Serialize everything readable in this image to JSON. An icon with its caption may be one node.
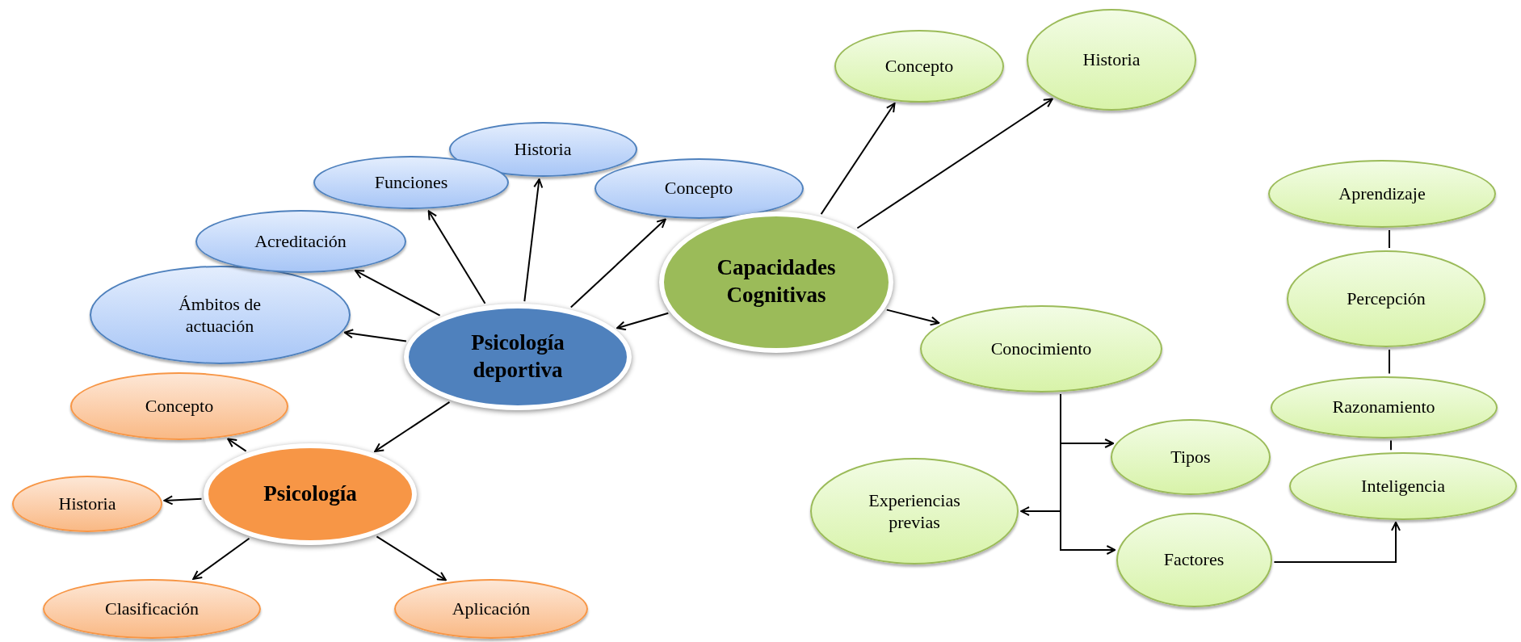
{
  "diagram": {
    "nodes": [
      {
        "text": [
          "Psicología deportiva"
        ]
      },
      {
        "text": [
          "Ámbitos de actuación"
        ]
      },
      {
        "text": [
          "Acreditación"
        ]
      },
      {
        "text": [
          "Funciones"
        ]
      },
      {
        "text": [
          "Historia"
        ]
      },
      {
        "text": [
          "Concepto"
        ]
      },
      {
        "text": [
          "Capacidades Cognitivas"
        ]
      },
      {
        "text": [
          "Concepto"
        ]
      },
      {
        "text": [
          "Historia"
        ]
      },
      {
        "text": [
          "Conocimiento"
        ]
      },
      {
        "text": [
          "Tipos"
        ]
      },
      {
        "text": [
          "Experiencias previas"
        ]
      },
      {
        "text": [
          "Factores"
        ]
      },
      {
        "text": [
          "Aprendizaje"
        ]
      },
      {
        "text": [
          "Percepción"
        ]
      },
      {
        "text": [
          "Razonamiento"
        ]
      },
      {
        "text": [
          "Inteligencia"
        ]
      },
      {
        "text": [
          "Psicología"
        ]
      },
      {
        "text": [
          "Concepto"
        ]
      },
      {
        "text": [
          "Historia"
        ]
      },
      {
        "text": [
          "Clasificación"
        ]
      },
      {
        "text": [
          "Aplicación"
        ]
      }
    ],
    "edges": [
      {
        "from": 0,
        "to": 1,
        "arrow": "to"
      },
      {
        "from": 0,
        "to": 2,
        "arrow": "to"
      },
      {
        "from": 0,
        "to": 3,
        "arrow": "to"
      },
      {
        "from": 0,
        "to": 4,
        "arrow": "to"
      },
      {
        "from": 0,
        "to": 5,
        "arrow": "to"
      },
      {
        "from": 6,
        "to": 0,
        "arrow": "to"
      },
      {
        "from": 0,
        "to": 17,
        "arrow": "to"
      },
      {
        "from": 17,
        "to": 18,
        "arrow": "to"
      },
      {
        "from": 17,
        "to": 19,
        "arrow": "to"
      },
      {
        "from": 17,
        "to": 20,
        "arrow": "to"
      },
      {
        "from": 17,
        "to": 21,
        "arrow": "to"
      },
      {
        "from": 6,
        "to": 7,
        "arrow": "to"
      },
      {
        "from": 6,
        "to": 8,
        "arrow": "to"
      },
      {
        "from": 6,
        "to": 9,
        "arrow": "to"
      },
      {
        "from": 9,
        "to": 10,
        "arrow": "to"
      },
      {
        "from": 9,
        "to": 11,
        "arrow": "to"
      },
      {
        "from": 9,
        "to": 12,
        "arrow": "to"
      },
      {
        "from": 12,
        "to": 16,
        "arrow": "to"
      },
      {
        "from": 13,
        "to": 14,
        "arrow": "none"
      },
      {
        "from": 14,
        "to": 15,
        "arrow": "none"
      },
      {
        "from": 15,
        "to": 16,
        "arrow": "none"
      }
    ]
  }
}
